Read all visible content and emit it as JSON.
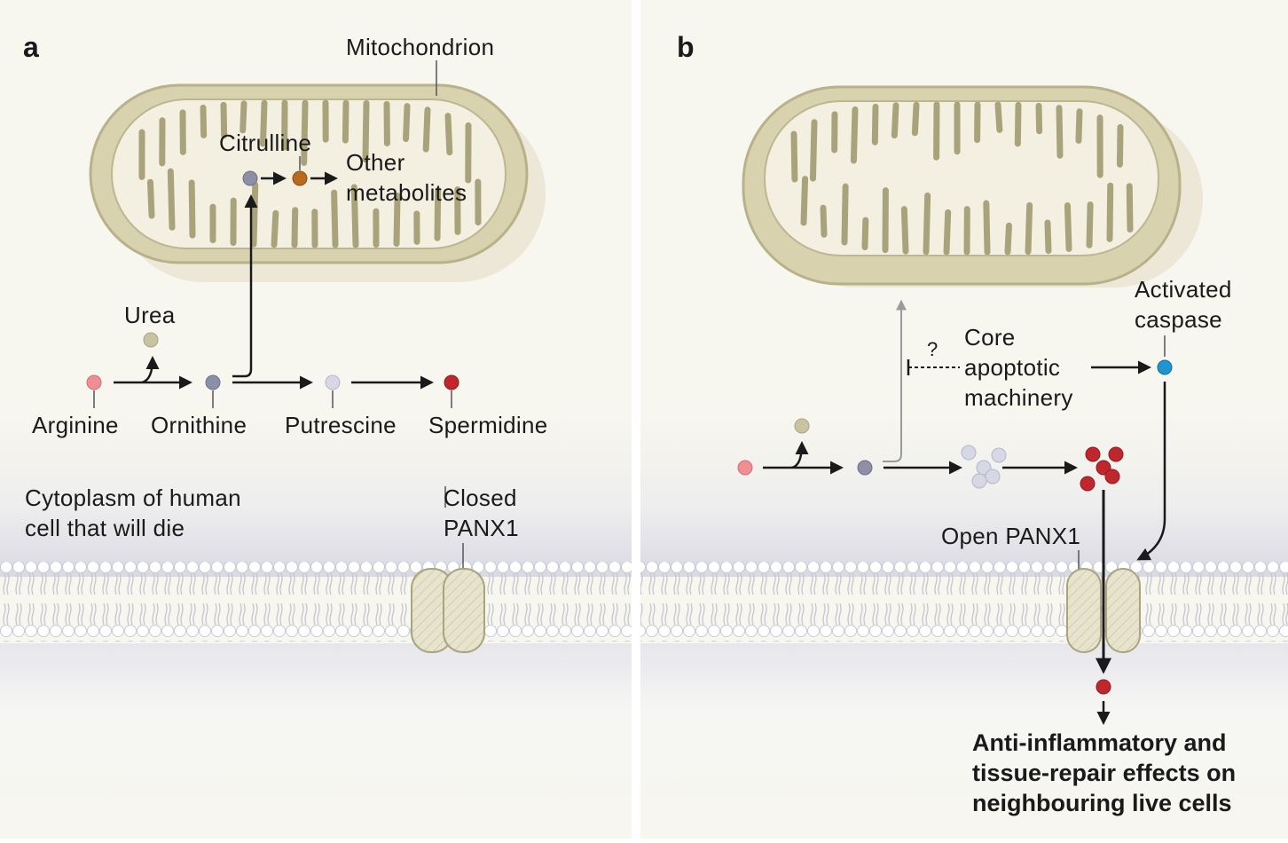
{
  "panel_a": {
    "letter": "a",
    "mitochondrion_label": "Mitochondrion",
    "citrulline_label": "Citrulline",
    "other_metabolites_line1": "Other",
    "other_metabolites_line2": "metabolites",
    "urea_label": "Urea",
    "arginine_label": "Arginine",
    "ornithine_label": "Ornithine",
    "putrescine_label": "Putrescine",
    "spermidine_label": "Spermidine",
    "cytoplasm_line1": "Cytoplasm of human",
    "cytoplasm_line2": "cell that will die",
    "channel_line1": "Closed",
    "channel_line2": "PANX1"
  },
  "panel_b": {
    "letter": "b",
    "question_mark": "?",
    "core_line1": "Core",
    "core_line2": "apoptotic",
    "core_line3": "machinery",
    "caspase_line1": "Activated",
    "caspase_line2": "caspase",
    "channel_label": "Open PANX1",
    "effects_line1": "Anti-inflammatory and",
    "effects_line2": "tissue-repair effects on",
    "effects_line3": "neighbouring live cells"
  },
  "colors": {
    "background": "#f7f6ef",
    "membrane_band": "#dcdce6",
    "mito_fill": "#d8d2ae",
    "mito_inner": "#f3f0e2",
    "cristae": "#a9a37c",
    "arginine": "#ef8f95",
    "ornithine": "#8e8fa6",
    "putrescine": "#d6d8e6",
    "spermidine": "#c0272d",
    "citrulline_downstream": "#b86a1e",
    "urea": "#c9c3a1",
    "caspase": "#1f95cf"
  }
}
